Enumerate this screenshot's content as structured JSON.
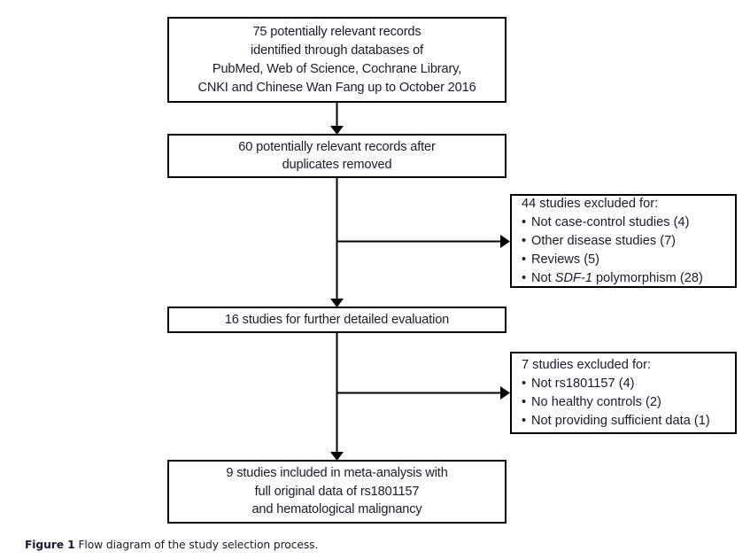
{
  "figure": {
    "caption_label": "Figure 1",
    "caption_text": "Flow diagram of the study selection process."
  },
  "diagram": {
    "type": "flowchart",
    "orientation": "top-to-bottom with right-side exclusion branches",
    "nodes": [
      {
        "id": "records-identified",
        "kind": "process",
        "lines": [
          "75 potentially relevant records",
          "identified through databases of",
          "PubMed, Web of Science, Cochrane Library,",
          "CNKI and Chinese Wan Fang up to October 2016"
        ]
      },
      {
        "id": "duplicates-removed",
        "kind": "process",
        "lines": [
          "60 potentially relevant records after",
          "duplicates removed"
        ]
      },
      {
        "id": "further-evaluation",
        "kind": "process",
        "lines": [
          "16 studies for further detailed evaluation"
        ]
      },
      {
        "id": "included-meta-analysis",
        "kind": "process",
        "lines": [
          "9 studies included in meta-analysis with",
          "full original data of rs1801157",
          "and hematological malignancy"
        ]
      }
    ],
    "exclusions": [
      {
        "id": "excluded-first",
        "heading": "44 studies excluded for:",
        "items": [
          {
            "text_before": "Not case-control studies (4)",
            "emphasis": "",
            "text_after": ""
          },
          {
            "text_before": "Other disease studies (7)",
            "emphasis": "",
            "text_after": ""
          },
          {
            "text_before": "Reviews (5)",
            "emphasis": "",
            "text_after": ""
          },
          {
            "text_before": "Not ",
            "emphasis": "SDF-1",
            "text_after": " polymorphism (28)"
          }
        ]
      },
      {
        "id": "excluded-second",
        "heading": "7 studies excluded for:",
        "items": [
          {
            "text_before": "Not rs1801157 (4)",
            "emphasis": "",
            "text_after": ""
          },
          {
            "text_before": "No healthy controls (2)",
            "emphasis": "",
            "text_after": ""
          },
          {
            "text_before": "Not providing sufficient data (1)",
            "emphasis": "",
            "text_after": ""
          }
        ]
      }
    ],
    "colors": {
      "stroke": "#000000",
      "text": "#1a1a2e",
      "background": "#ffffff"
    }
  }
}
